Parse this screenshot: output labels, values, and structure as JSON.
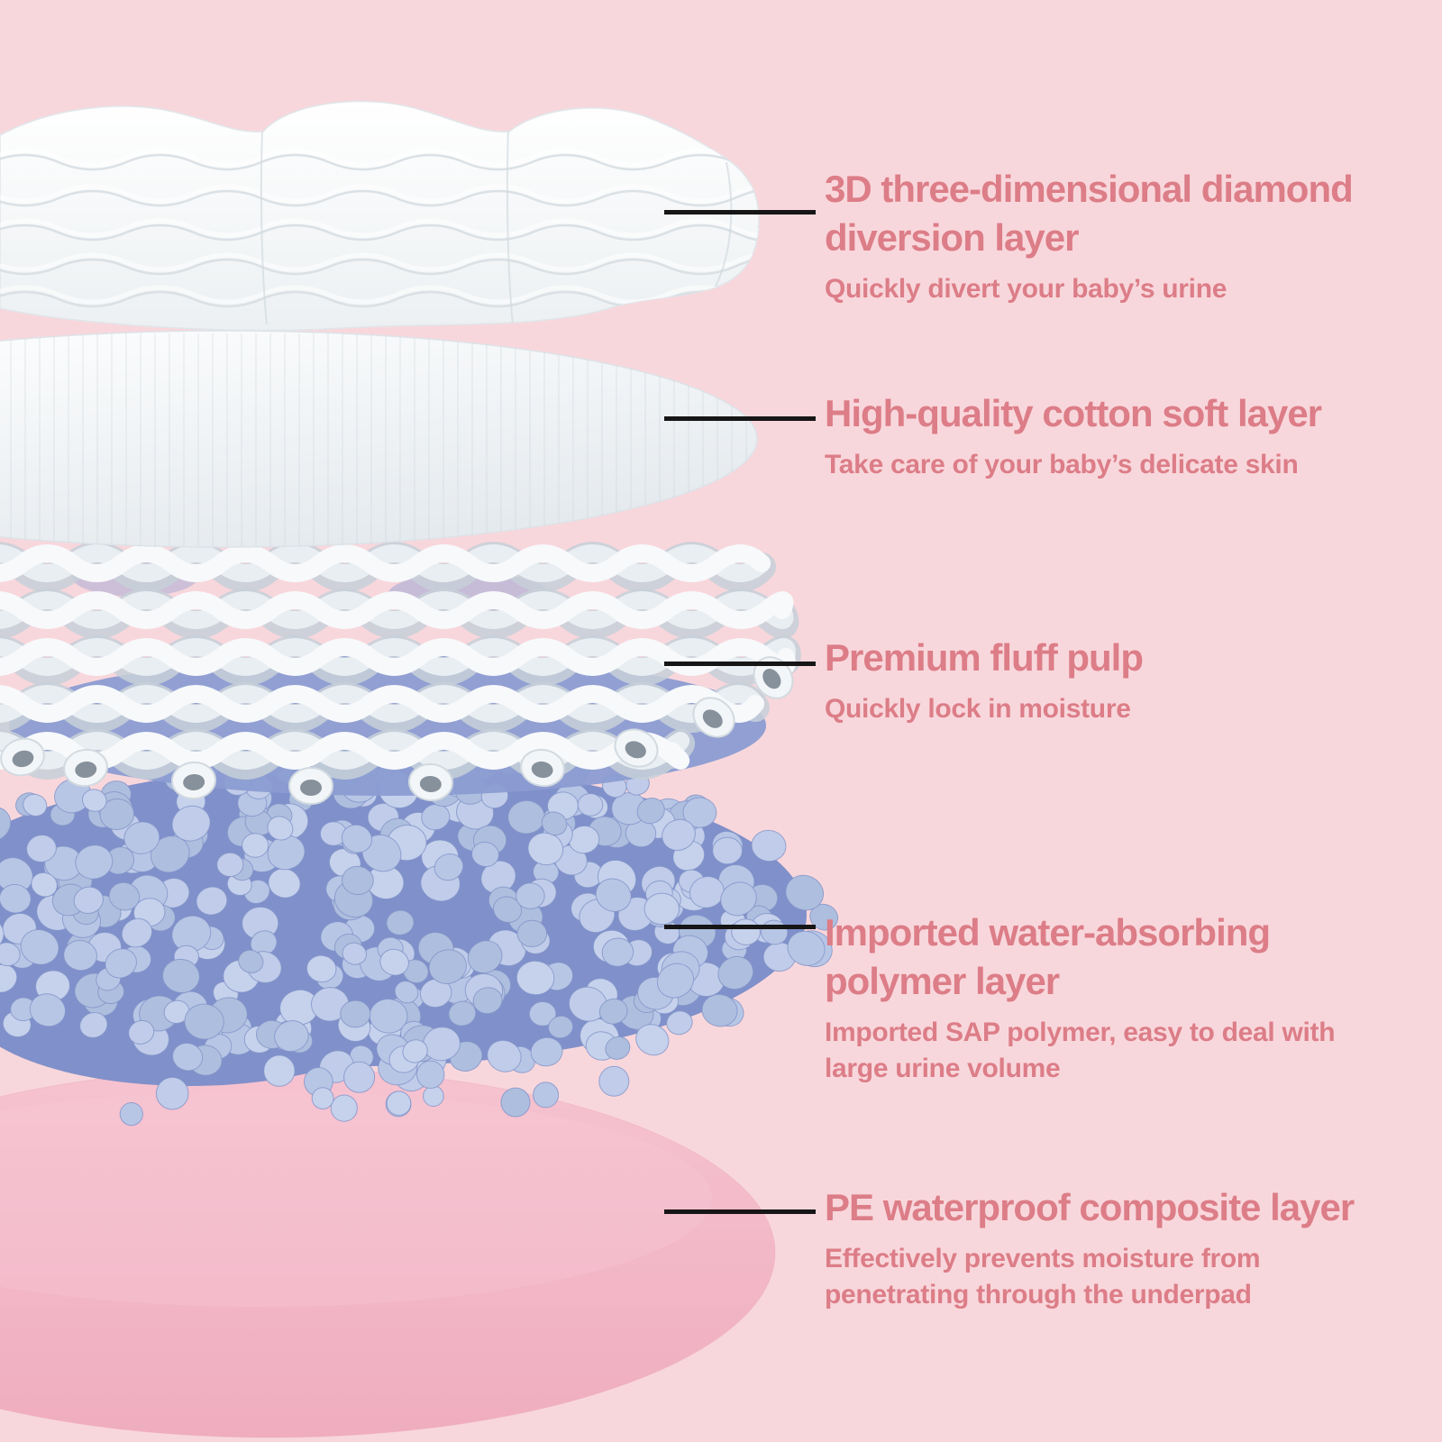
{
  "page": {
    "background_color": "#f8d7dc",
    "text_color": "#dc7d87",
    "leader_line_color": "#161616",
    "polymer_bead_color": "#b8c6e6",
    "polymer_base_color": "#8090ca",
    "waterproof_layer_color": "#f2b9c7",
    "sheet_white_color": "#f4f7f9"
  },
  "labels": [
    {
      "title_lines": [
        "3D three-dimensional diamond",
        "diversion layer"
      ],
      "desc_lines": [
        "Quickly divert your baby’s urine"
      ]
    },
    {
      "title_lines": [
        "High-quality cotton soft layer"
      ],
      "desc_lines": [
        "Take care of your baby’s delicate skin"
      ]
    },
    {
      "title_lines": [
        "Premium fluff pulp"
      ],
      "desc_lines": [
        "Quickly lock in moisture"
      ]
    },
    {
      "title_lines": [
        "Imported water-absorbing",
        "polymer layer"
      ],
      "desc_lines": [
        "Imported SAP polymer, easy to deal with",
        "large urine volume"
      ]
    },
    {
      "title_lines": [
        "PE waterproof composite layer"
      ],
      "desc_lines": [
        "Effectively prevents moisture from",
        "penetrating through the underpad"
      ]
    }
  ],
  "layers_art": [
    {
      "name": "quilted-diamond-topsheet"
    },
    {
      "name": "cotton-soft-sheet"
    },
    {
      "name": "fluff-pulp-weave"
    },
    {
      "name": "sap-polymer-beads"
    },
    {
      "name": "pe-waterproof-sheet"
    }
  ]
}
